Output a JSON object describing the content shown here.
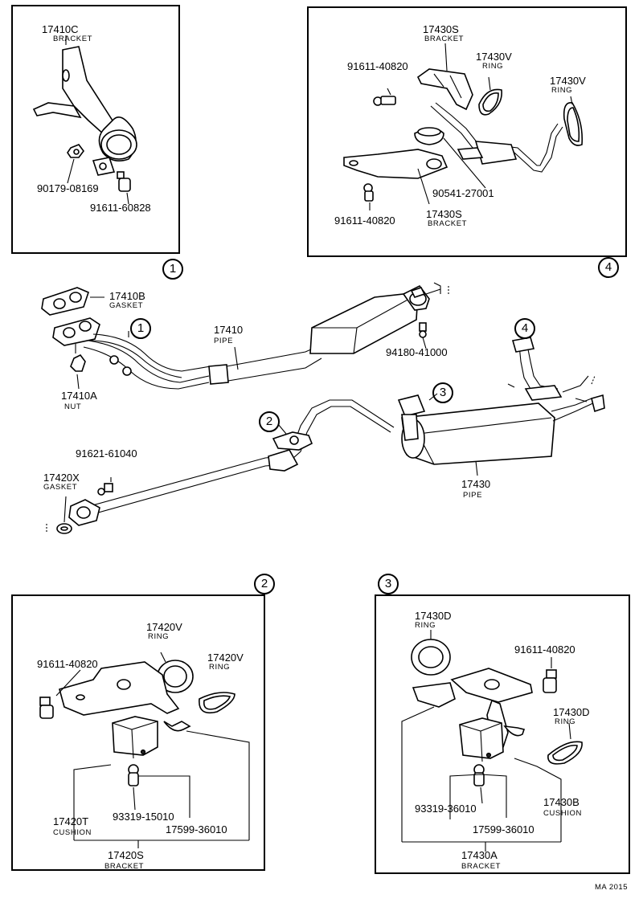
{
  "figure_id": "MA 2015",
  "callouts": {
    "c1": "1",
    "c2": "2",
    "c3": "3",
    "c4": "4"
  },
  "inset1": {
    "p17410C": {
      "pn": "17410C",
      "name": "BRACKET"
    },
    "p90179": {
      "pn": "90179-08169"
    },
    "p91611_60828": {
      "pn": "91611-60828"
    }
  },
  "inset4": {
    "p17430S_top": {
      "pn": "17430S",
      "name": "BRACKET"
    },
    "p91611_top": {
      "pn": "91611-40820"
    },
    "p17430V_a": {
      "pn": "17430V",
      "name": "RING"
    },
    "p17430V_b": {
      "pn": "17430V",
      "name": "RING"
    },
    "p90541": {
      "pn": "90541-27001"
    },
    "p91611_bot": {
      "pn": "91611-40820"
    },
    "p17430S_bot": {
      "pn": "17430S",
      "name": "BRACKET"
    }
  },
  "main": {
    "p17410B": {
      "pn": "17410B",
      "name": "GASKET"
    },
    "p17410": {
      "pn": "17410",
      "name": "PIPE"
    },
    "p94180": {
      "pn": "94180-41000"
    },
    "p17410A": {
      "pn": "17410A",
      "name": "NUT"
    },
    "p91621": {
      "pn": "91621-61040"
    },
    "p17420X": {
      "pn": "17420X",
      "name": "GASKET"
    },
    "p17430": {
      "pn": "17430",
      "name": "PIPE"
    }
  },
  "inset2": {
    "p17420V_a": {
      "pn": "17420V",
      "name": "RING"
    },
    "p17420V_b": {
      "pn": "17420V",
      "name": "RING"
    },
    "p91611": {
      "pn": "91611-40820"
    },
    "p17420T": {
      "pn": "17420T",
      "name": "CUSHION"
    },
    "p93319": {
      "pn": "93319-15010"
    },
    "p17599": {
      "pn": "17599-36010"
    },
    "p17420S": {
      "pn": "17420S",
      "name": "BRACKET"
    }
  },
  "inset3": {
    "p17430D_a": {
      "pn": "17430D",
      "name": "RING"
    },
    "p91611": {
      "pn": "91611-40820"
    },
    "p17430D_b": {
      "pn": "17430D",
      "name": "RING"
    },
    "p93319": {
      "pn": "93319-36010"
    },
    "p17430B": {
      "pn": "17430B",
      "name": "CUSHION"
    },
    "p17599": {
      "pn": "17599-36010"
    },
    "p17430A": {
      "pn": "17430A",
      "name": "BRACKET"
    }
  }
}
